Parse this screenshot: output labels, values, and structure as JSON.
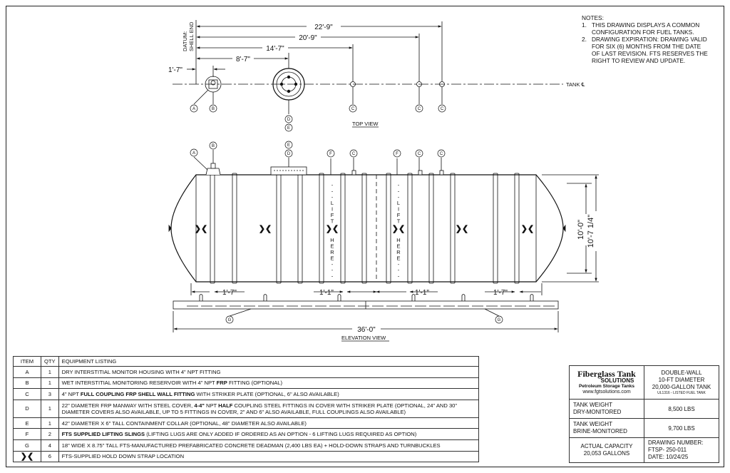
{
  "notes": {
    "heading": "NOTES:",
    "items": [
      {
        "num": "1.",
        "lines": [
          "THIS DRAWING DISPLAYS A COMMON",
          "CONFIGURATION FOR FUEL TANKS."
        ]
      },
      {
        "num": "2.",
        "lines": [
          "DRAWING EXPIRATION: DRAWING VALID",
          "FOR SIX (6) MONTHS FROM THE DATE",
          "OF LAST REVISION. FTS RESERVES THE",
          "RIGHT TO REVIEW AND UPDATE."
        ]
      }
    ]
  },
  "top_view": {
    "title": "TOP VIEW",
    "datum_label_1": "DATUM:",
    "datum_label_2": "SHELL END",
    "dims": [
      "22'-9\"",
      "20'-9\"",
      "14'-7\"",
      "8'-7\"",
      "1'-7\""
    ],
    "centerline_label": "TANK ℄",
    "bubbles": [
      "A",
      "B",
      "D",
      "E",
      "C",
      "C",
      "C"
    ]
  },
  "elevation_view": {
    "title": "ELEVATION VIEW",
    "top_bubbles": [
      "A",
      "B",
      "E",
      "D",
      "F",
      "C",
      "F",
      "C",
      "C"
    ],
    "lift_text": [
      "-",
      "-",
      "-",
      "L",
      "I",
      "F",
      "T",
      "",
      "H",
      "E",
      "R",
      "E",
      "-",
      "-",
      "-"
    ],
    "dims": {
      "overall": "36'-0\"",
      "left_spacing": "1'-7\"",
      "right_spacing": "1'-7\"",
      "center_left": "1'-1\"",
      "center_right": "1'-1\"",
      "height_inner": "10'-0\"",
      "height_outer": "10'-7 1/4\""
    },
    "bottom_bubbles": [
      "G",
      "G"
    ],
    "strap_symbol": "❯❮"
  },
  "equipment": {
    "headers": [
      "ITEM",
      "QTY",
      "EQUIPMENT LISTING"
    ],
    "rows": [
      {
        "item": "A",
        "qty": "1",
        "parts": [
          {
            "t": "DRY INTERSTITIAL MONITOR HOUSING WITH 4\" NPT FITTING",
            "b": false
          }
        ]
      },
      {
        "item": "B",
        "qty": "1",
        "parts": [
          {
            "t": "WET INTERSTITIAL MONITORING RESERVOIR WITH 4\" NPT ",
            "b": false
          },
          {
            "t": "FRP",
            "b": true
          },
          {
            "t": " FITTING (OPTIONAL)",
            "b": false
          }
        ]
      },
      {
        "item": "C",
        "qty": "3",
        "parts": [
          {
            "t": "4\" NPT ",
            "b": false
          },
          {
            "t": "FULL COUPLING FRP SHELL WALL FITTING",
            "b": true
          },
          {
            "t": " WITH STRIKER PLATE (OPTIONAL, 6\" ALSO AVAILABLE)",
            "b": false
          }
        ]
      },
      {
        "item": "D",
        "qty": "1",
        "tall": true,
        "parts": [
          {
            "t": "22\" DIAMETER FRP MANWAY WITH STEEL COVER, ",
            "b": false
          },
          {
            "t": "4-4\"",
            "b": true
          },
          {
            "t": " NPT ",
            "b": false
          },
          {
            "t": "HALF",
            "b": true
          },
          {
            "t": " COUPLING STEEL FITTINGS IN COVER WITH STRIKER PLATE (OPTIONAL, 24\" AND 30\" DIAMETER COVERS ALSO AVAILABLE, UP TO 5 FITTINGS IN COVER, 2\" AND 6\" ALSO AVAILABLE, FULL COUPLINGS ALSO AVAILABLE)",
            "b": false
          }
        ]
      },
      {
        "item": "E",
        "qty": "1",
        "parts": [
          {
            "t": "42\" DIAMETER X 6\" TALL CONTAINMENT COLLAR (OPTIONAL, 48\" DIAMETER ALSO AVAILABLE)",
            "b": false
          }
        ]
      },
      {
        "item": "F",
        "qty": "2",
        "parts": [
          {
            "t": "FTS SUPPLIED LIFTING SLINGS",
            "b": true
          },
          {
            "t": " (LIFTING LUGS ARE ONLY ADDED IF ORDERED AS AN OPTION - 6 LIFTING LUGS REQUIRED AS OPTION)",
            "b": false
          }
        ]
      },
      {
        "item": "G",
        "qty": "4",
        "parts": [
          {
            "t": "18\" WIDE X 8.75\" TALL FTS-MANUFACTURED PREFABRICATED CONCRETE DEADMAN (2,400 LBS EA) + HOLD-DOWN STRAPS AND TURNBUCKLES",
            "b": false
          }
        ]
      },
      {
        "item": "❯❮",
        "qty": "6",
        "symbol": true,
        "parts": [
          {
            "t": "FTS-SUPPLIED HOLD DOWN STRAP LOCATION",
            "b": false
          }
        ]
      }
    ]
  },
  "title_block": {
    "logo_brand": "Fiberglass Tank",
    "logo_solutions": "SOLUTIONS",
    "logo_tagline": "Petroleum Storage Tanks",
    "logo_url": "www.fgtsolutions.com",
    "desc_lines": [
      "DOUBLE-WALL",
      "10-FT DIAMETER",
      "20,000-GALLON TANK"
    ],
    "desc_sub": "UL1316 - LISTED FUEL TANK",
    "rows": [
      {
        "label": [
          "TANK WEIGHT",
          "DRY-MONITORED"
        ],
        "value": "8,500 LBS"
      },
      {
        "label": [
          "TANK WEIGHT",
          "BRINE-MONITORED"
        ],
        "value": "9,700 LBS"
      }
    ],
    "capacity_label": "ACTUAL CAPACITY",
    "capacity_value": "20,053 GALLONS",
    "drawing_number_label": "DRAWING NUMBER:",
    "drawing_number": "FTSP- 250-011",
    "date": "DATE: 10/24/25"
  }
}
